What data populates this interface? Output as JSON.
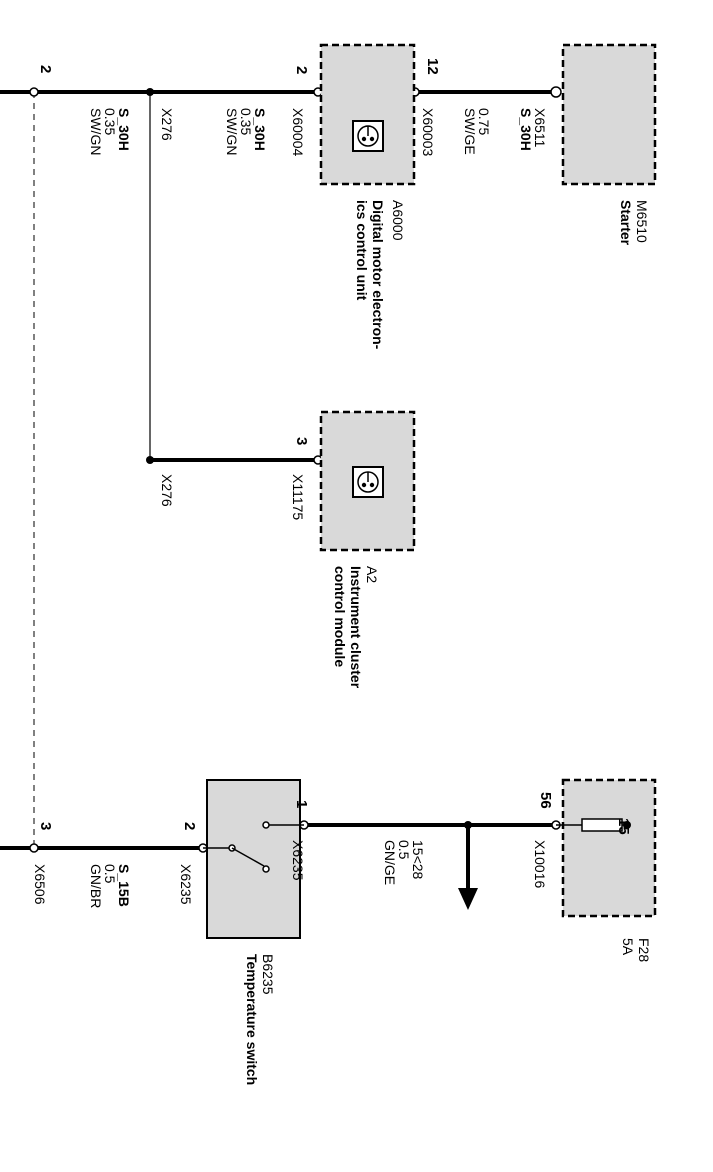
{
  "colors": {
    "background": "#ffffff",
    "box_fill": "#d9d9d9",
    "wire": "#000000"
  },
  "components": {
    "starter": {
      "id": "M6510",
      "name": "Starter",
      "connector": "X6511",
      "icon": ""
    },
    "dme": {
      "id": "A6000",
      "name_line1": "Digital motor electron-",
      "name_line2": "ics control unit",
      "connector_top": "X60003",
      "pin_top": "12",
      "connector_bottom": "X60004",
      "pin_bottom": "2",
      "icon": "ecu-chip-icon"
    },
    "cluster": {
      "id": "A2",
      "name_line1": "Instrument cluster",
      "name_line2": "control module",
      "connector": "X11175",
      "pin": "3",
      "icon": "ecu-chip-icon"
    },
    "fuse": {
      "id": "F28",
      "rating": "5A",
      "pin_top": "15",
      "pin_bottom": "56",
      "connector": "X10016",
      "icon": "fuse-icon"
    },
    "temp_switch": {
      "id": "B6235",
      "name": "Temperature switch",
      "connector_top": "X6235",
      "pin_top": "1",
      "connector_bottom": "X6235",
      "pin_bottom": "2",
      "icon": "switch-icon"
    }
  },
  "wires": {
    "starter_to_dme": {
      "signal": "S_30H",
      "size": "0.75",
      "color": "SW/GE"
    },
    "dme_to_splice": {
      "signal": "S_30H",
      "size": "0.35",
      "color": "SW/GN",
      "splice": "X276"
    },
    "splice_to_edge": {
      "signal": "S_30H",
      "size": "0.35",
      "color": "SW/GN"
    },
    "splice_to_cluster": {
      "splice": "X276"
    },
    "fuse_to_switch": {
      "signal": "15<28",
      "size": "0.5",
      "color": "GN/GE"
    },
    "switch_to_edge": {
      "signal": "S_15B",
      "size": "0.5",
      "color": "GN/BR",
      "connector": "X6506"
    }
  },
  "edge_connectors": {
    "left_top": {
      "pin": "2"
    },
    "left_bottom": {
      "pin": "3"
    }
  }
}
